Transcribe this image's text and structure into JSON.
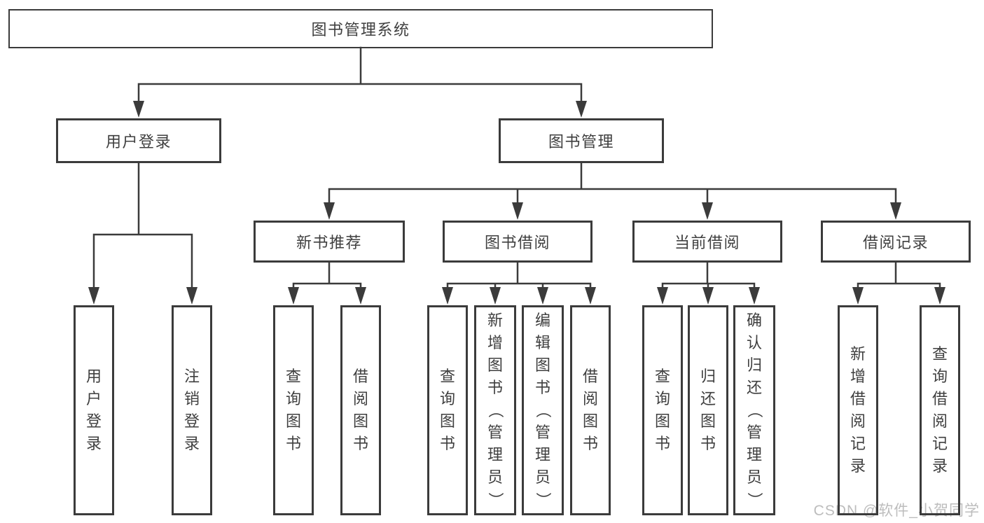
{
  "colors": {
    "line": "#3b3b3b",
    "text": "#3f3f3f",
    "watermark": "#bdbdbd",
    "background": "#ffffff"
  },
  "tree": {
    "label": "图书管理系统",
    "children": [
      {
        "label": "用户登录",
        "children": [
          {
            "label": "用户登录"
          },
          {
            "label": "注销登录"
          }
        ]
      },
      {
        "label": "图书管理",
        "children": [
          {
            "label": "新书推荐",
            "children": [
              {
                "label": "查询图书"
              },
              {
                "label": "借阅图书"
              }
            ]
          },
          {
            "label": "图书借阅",
            "children": [
              {
                "label": "查询图书"
              },
              {
                "label": "新增图书（管理员）"
              },
              {
                "label": "编辑图书（管理员）"
              },
              {
                "label": "借阅图书"
              }
            ]
          },
          {
            "label": "当前借阅",
            "children": [
              {
                "label": "查询图书"
              },
              {
                "label": "归还图书"
              },
              {
                "label": "确认归还（管理员）"
              }
            ]
          },
          {
            "label": "借阅记录",
            "children": [
              {
                "label": "新增借阅记录"
              },
              {
                "label": "查询借阅记录"
              }
            ]
          }
        ]
      }
    ]
  },
  "watermark": {
    "text": "CSDN @软件_小贺同学"
  }
}
